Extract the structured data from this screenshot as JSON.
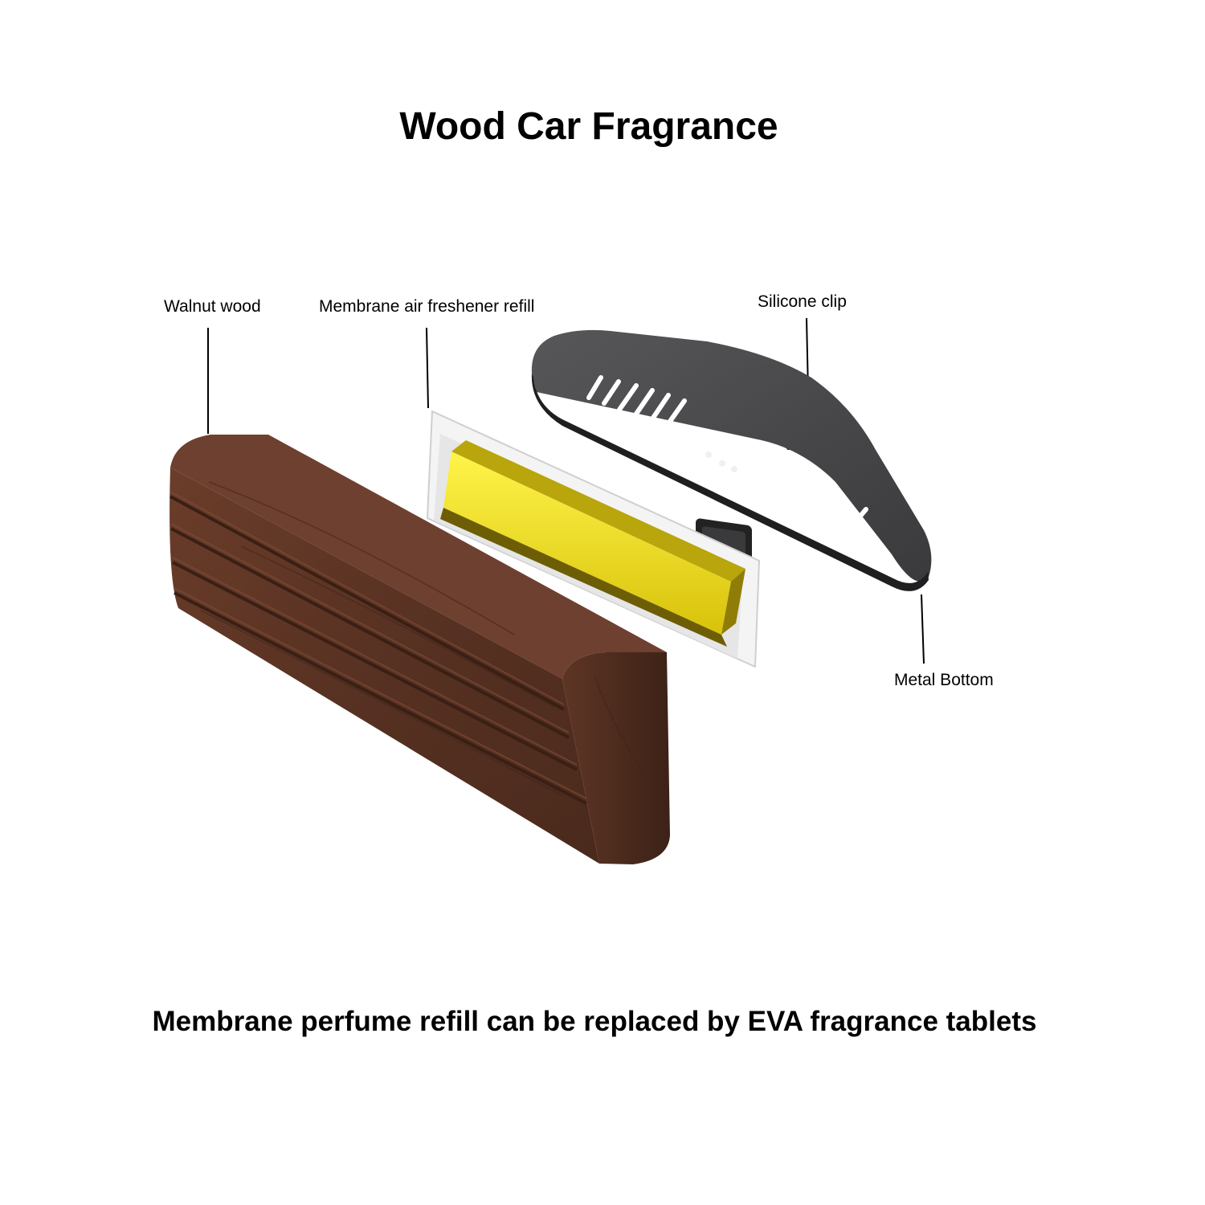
{
  "title": "Wood Car Fragrance",
  "parts": {
    "walnut": {
      "label": "Walnut wood"
    },
    "refill": {
      "label": "Membrane air freshener refill"
    },
    "clip": {
      "label": "Silicone clip"
    },
    "metal": {
      "label": "Metal Bottom"
    }
  },
  "caption": "Membrane perfume refill can be replaced by EVA fragrance tablets",
  "colors": {
    "wood": "#5a3324",
    "wood_dark": "#3f2318",
    "refill_yellow": "#f2e11a",
    "clip_gray": "#4a4a4c"
  }
}
